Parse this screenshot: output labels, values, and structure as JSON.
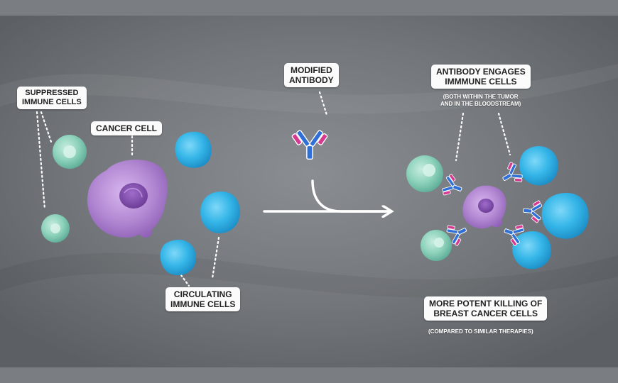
{
  "labels": {
    "suppressed": "SUPPRESSED\nIMMUNE CELLS",
    "cancer": "CANCER CELL",
    "circulating": "CIRCULATING\nIMMUNE CELLS",
    "modified": "MODIFIED\nANTIBODY",
    "engages": "ANTIBODY ENGAGES\nIMMMUNE CELLS",
    "engages_note": "(BOTH WITHIN THE TUMOR\nAND IN THE BLOODSTREAM)",
    "potent": "MORE POTENT KILLING OF\nBREAST CANCER CELLS",
    "potent_note": "(COMPARED TO SIMILAR THERAPIES)"
  },
  "colors": {
    "background": "#6f7377",
    "suppressed_cell": "#8fd3bc",
    "circulating_cell": "#34b4e6",
    "cancer_cell": "#b48ad4",
    "antibody_blue": "#2f6fd6",
    "antibody_magenta": "#d63a8f"
  }
}
